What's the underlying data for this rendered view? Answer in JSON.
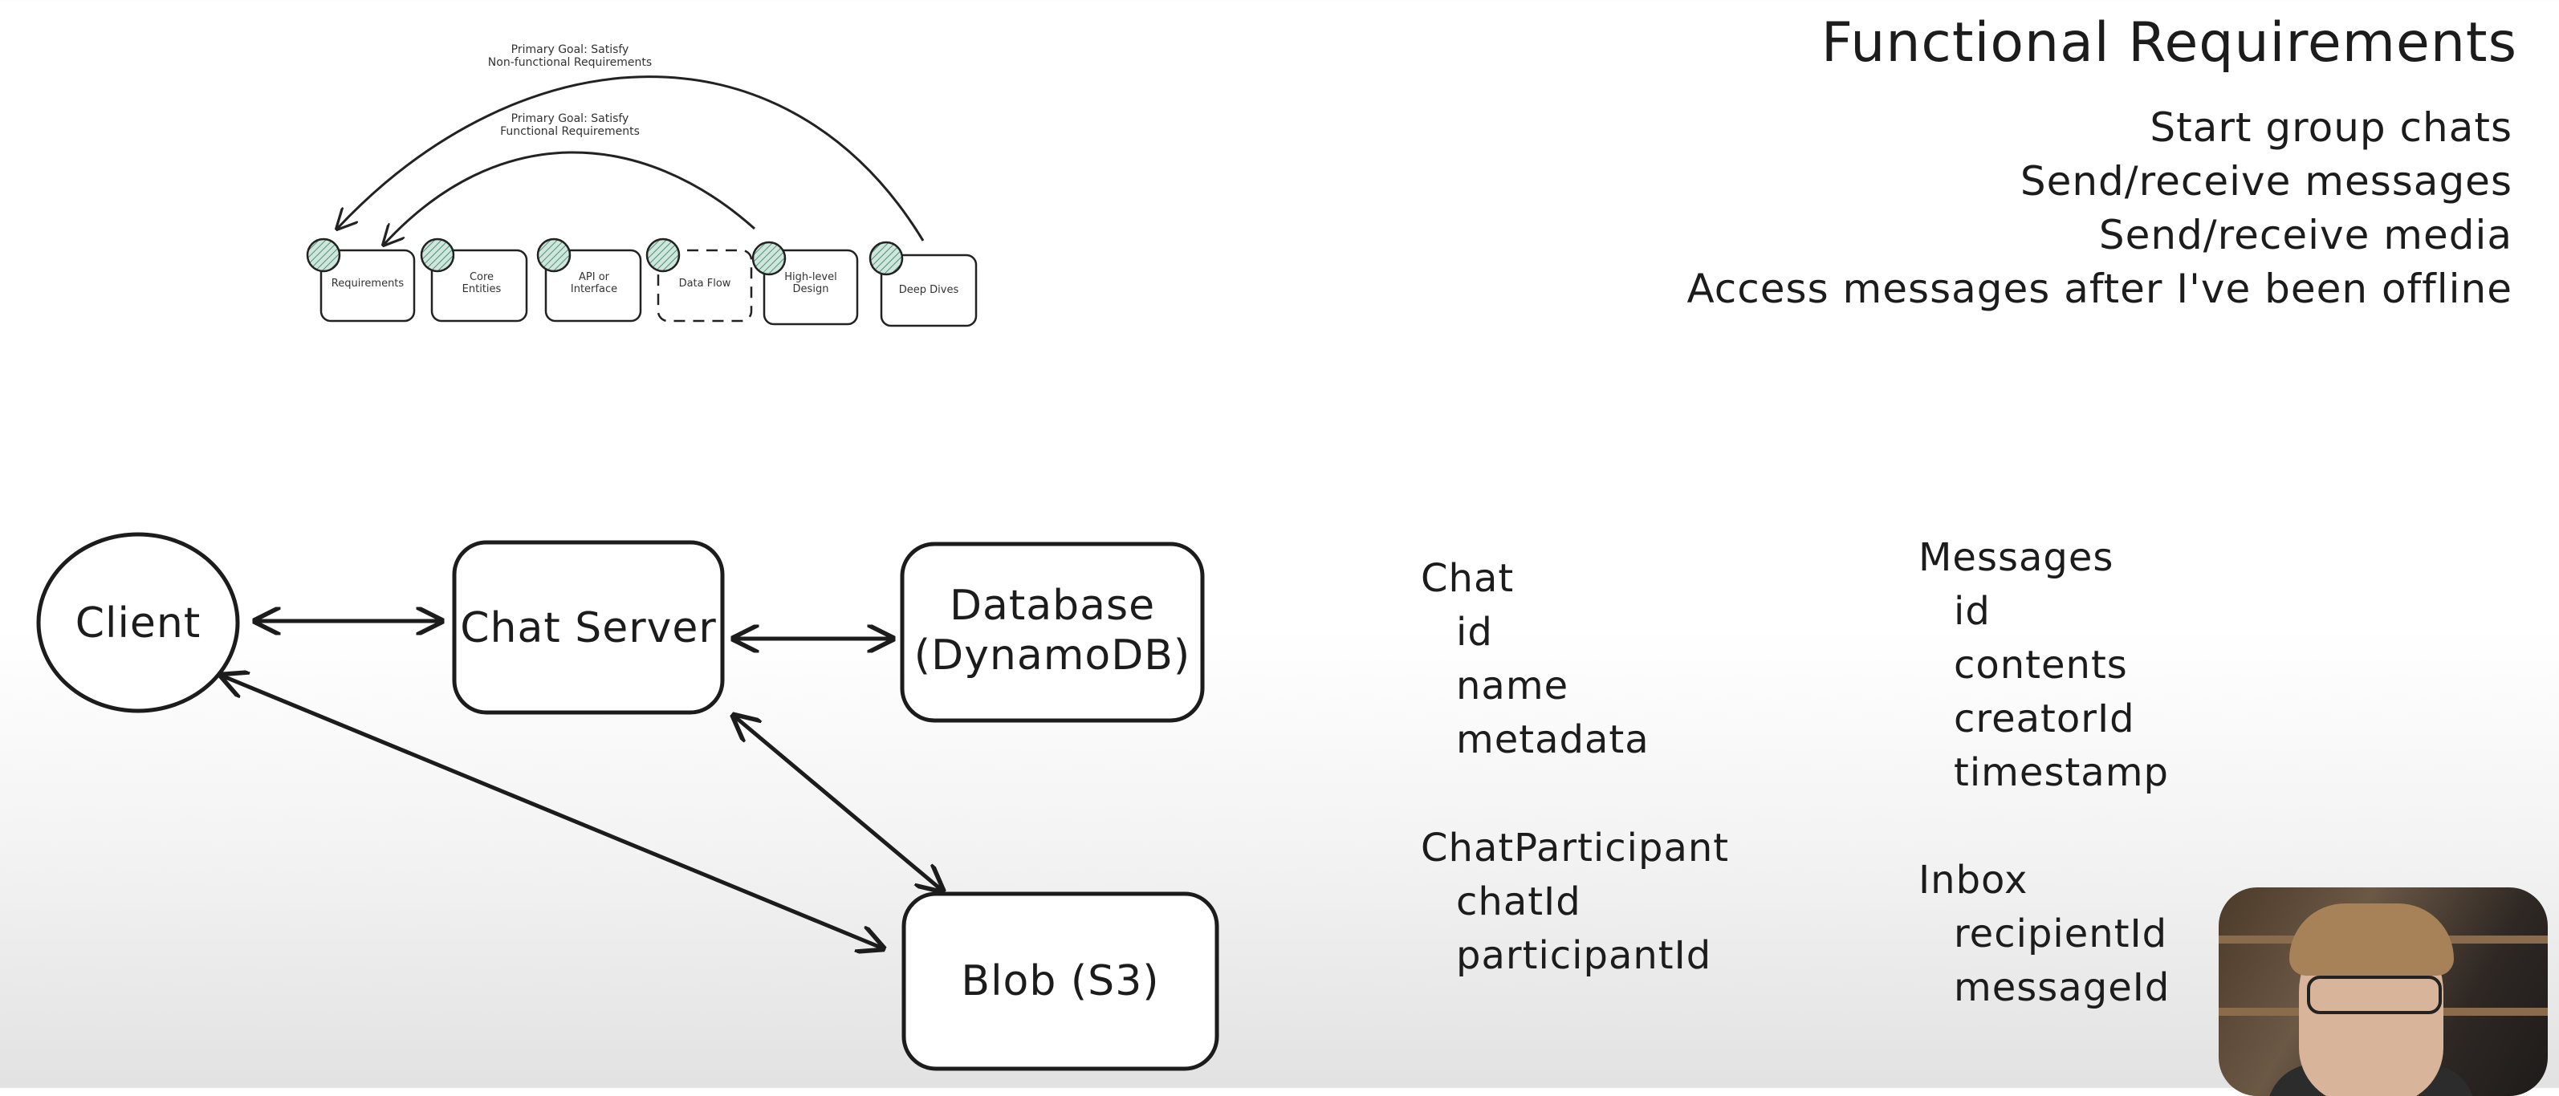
{
  "workflow": {
    "goal_nonfunctional": [
      "Primary Goal: Satisfy",
      "Non-functional Requirements"
    ],
    "goal_functional": [
      "Primary Goal: Satisfy",
      "Functional Requirements"
    ],
    "steps": [
      {
        "label": "Requirements"
      },
      {
        "label": "Core Entities"
      },
      {
        "label": "API or Interface"
      },
      {
        "label": "Data Flow"
      },
      {
        "label": "High-level Design"
      },
      {
        "label": "Deep Dives"
      }
    ]
  },
  "requirements": {
    "title": "Functional Requirements",
    "items": [
      "Start group chats",
      "Send/receive messages",
      "Send/receive media",
      "Access messages after I've been offline"
    ]
  },
  "architecture": {
    "client": "Client",
    "chat_server": "Chat Server",
    "database_line1": "Database",
    "database_line2": "(DynamoDB)",
    "blob": "Blob (S3)"
  },
  "entities": {
    "chat": {
      "name": "Chat",
      "fields": [
        "id",
        "name",
        "metadata"
      ]
    },
    "chat_participant": {
      "name": "ChatParticipant",
      "fields": [
        "chatId",
        "participantId"
      ]
    },
    "messages": {
      "name": "Messages",
      "fields": [
        "id",
        "contents",
        "creatorId",
        "timestamp"
      ]
    },
    "inbox": {
      "name": "Inbox",
      "fields": [
        "recipientId",
        "messageId"
      ]
    }
  },
  "colors": {
    "ink": "#1c1c1c",
    "step_marker": "#4f8f7a",
    "step_marker_fill": "#cfe6dc"
  }
}
